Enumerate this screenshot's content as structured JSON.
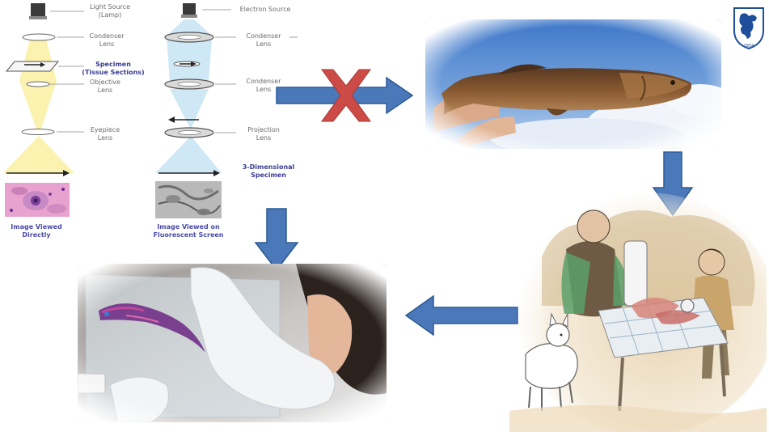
{
  "microscope": {
    "light": {
      "source": "Light Source\n(Lamp)",
      "condenser": "Condenser\nLens",
      "specimen": "Specimen\n(Tissue Sections)",
      "objective": "Objective\nLens",
      "eyepiece": "Eyepiece\nLens",
      "caption": "Image Viewed\nDirectly"
    },
    "electron": {
      "source": "Electron Source",
      "condenser1": "Condenser\nLens",
      "condenser2": "Condenser\nLens",
      "projection": "Projection\nLens",
      "specimen": "3-Dimensional\nSpecimen",
      "caption": "Image Viewed on\nFluorescent Screen"
    }
  },
  "logo": {
    "year": "1854"
  },
  "colors": {
    "arrow_blue": "#4a78b8",
    "arrow_dark": "#2d5a95",
    "cross_red": "#cd4b46",
    "light_beam": "#fbf2b0",
    "electron_beam": "#cfe8f6",
    "label_blue": "#3b3c96"
  },
  "arrows": [
    {
      "name": "crossed-right-arrow",
      "direction": "right",
      "crossed": true
    },
    {
      "name": "down-arrow-right",
      "direction": "down"
    },
    {
      "name": "down-arrow-left",
      "direction": "down"
    },
    {
      "name": "left-arrow",
      "direction": "left"
    }
  ]
}
